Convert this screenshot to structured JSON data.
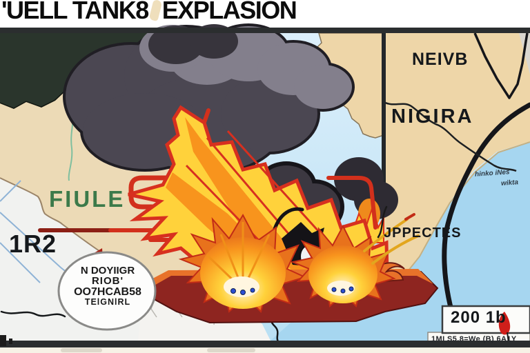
{
  "title": {
    "prefix": "'UELL TANK8",
    "suffix": "EXPLASION"
  },
  "map_right": {
    "region_top_label": "NEIVB",
    "region_main_label": "NIGIRA",
    "sea_note_line1": "hinko iNes",
    "sea_note_line2": "wikta"
  },
  "map_left": {
    "area_label": "FIULE",
    "road_label": "1R2"
  },
  "callout": {
    "lines": [
      "N DOYIIGR",
      "RIOB'",
      "OO7HCAB58",
      "TElGNlRL"
    ]
  },
  "impact_label": "JPPECTES",
  "legend": {
    "value": "200 1b",
    "note": "1MI S5.8=We (B) 6A1Y",
    "marker_icon": "map-marker-drop"
  },
  "palette": {
    "frame": "#2b2e2f",
    "green_panel": "#2a352c",
    "left_land_tan": "#ecdab6",
    "right_map_tan": "#eed6a8",
    "sea_blue": "#a6d6f0",
    "sky_blue": "#cfe9f7",
    "fire_yellow": "#ffd23b",
    "fire_orange": "#f8941d",
    "fire_red": "#d7301f",
    "pipeline_red": "#d2301c",
    "barge_red": "#8e2520",
    "smoke_dark": "#4b4752",
    "label_green": "#3c7a4a",
    "marker_red": "#cf1f1a"
  }
}
